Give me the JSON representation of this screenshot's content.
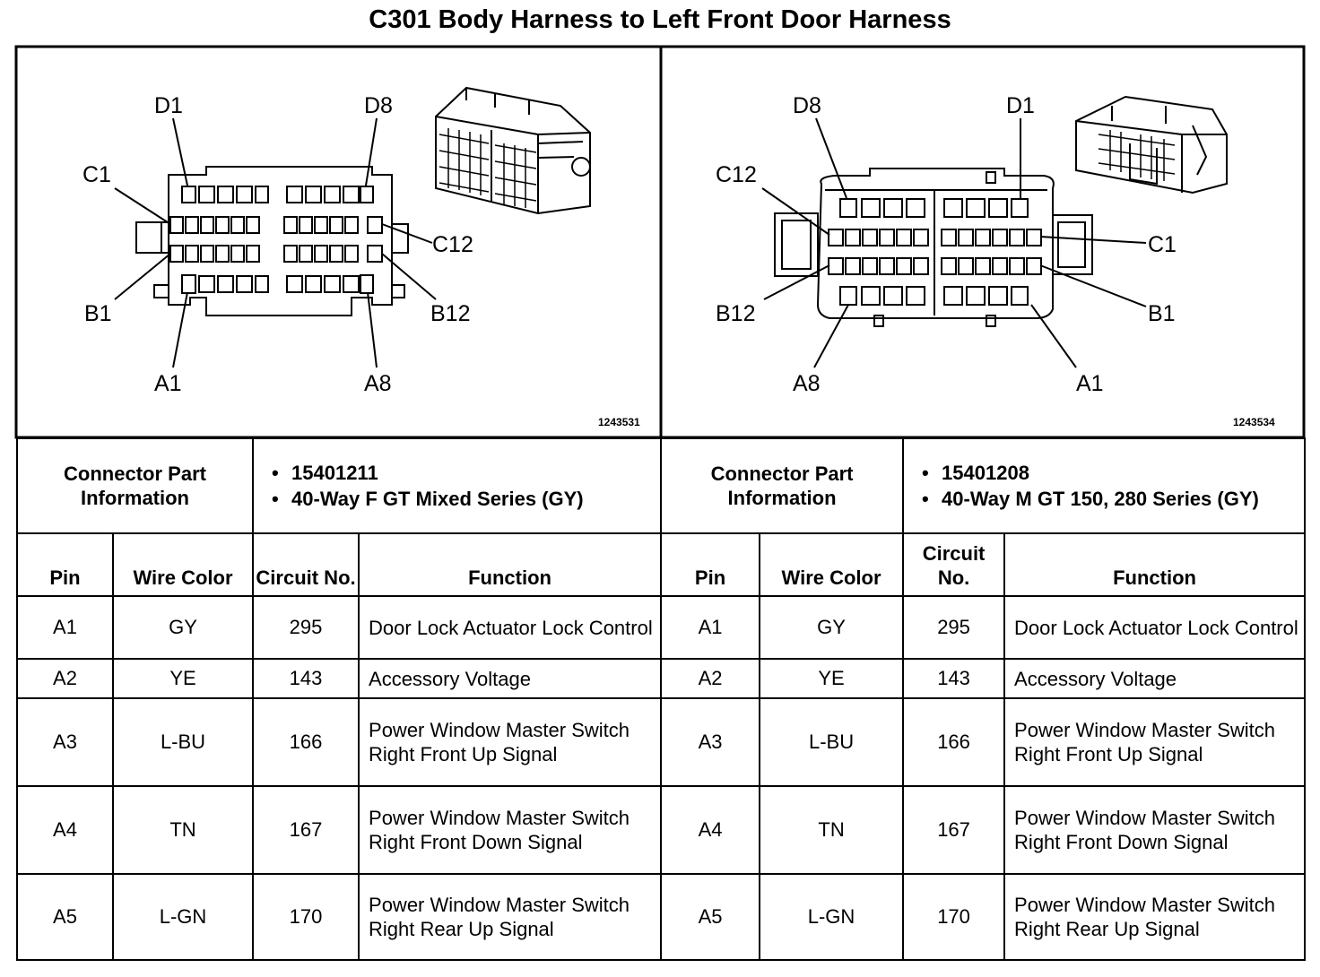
{
  "title": "C301 Body Harness to Left Front Door Harness",
  "left_view": {
    "labels": {
      "d1": "D1",
      "d8": "D8",
      "c1": "C1",
      "c12": "C12",
      "b1": "B1",
      "b12": "B12",
      "a1": "A1",
      "a8": "A8"
    },
    "part_number_ref": "1243531"
  },
  "right_view": {
    "labels": {
      "d8": "D8",
      "d1": "D1",
      "c12": "C12",
      "c1": "C1",
      "b12": "B12",
      "b1": "B1",
      "a8": "A8",
      "a1": "A1"
    },
    "part_number_ref": "1243534"
  },
  "connector_info": {
    "label": "Connector Part Information",
    "left": {
      "part": "15401211",
      "desc": "40-Way F GT Mixed Series (GY)"
    },
    "right": {
      "part": "15401208",
      "desc": "40-Way M GT 150, 280 Series (GY)"
    }
  },
  "headers": {
    "left": {
      "pin": "Pin",
      "wire": "Wire Color",
      "circuit": "Circuit No.",
      "function": "Function"
    },
    "right": {
      "pin": "Pin",
      "wire": "Wire Color",
      "circuit": "Circuit No.",
      "function": "Function"
    }
  },
  "rows": [
    {
      "pin": "A1",
      "wire": "GY",
      "circuit": "295",
      "function": "Door Lock Actuator Lock Control"
    },
    {
      "pin": "A2",
      "wire": "YE",
      "circuit": "143",
      "function": "Accessory Voltage"
    },
    {
      "pin": "A3",
      "wire": "L-BU",
      "circuit": "166",
      "function": "Power Window Master Switch Right Front Up Signal"
    },
    {
      "pin": "A4",
      "wire": "TN",
      "circuit": "167",
      "function": "Power Window Master Switch Right Front Down Signal"
    },
    {
      "pin": "A5",
      "wire": "L-GN",
      "circuit": "170",
      "function": "Power Window Master Switch Right Rear Up Signal"
    }
  ]
}
